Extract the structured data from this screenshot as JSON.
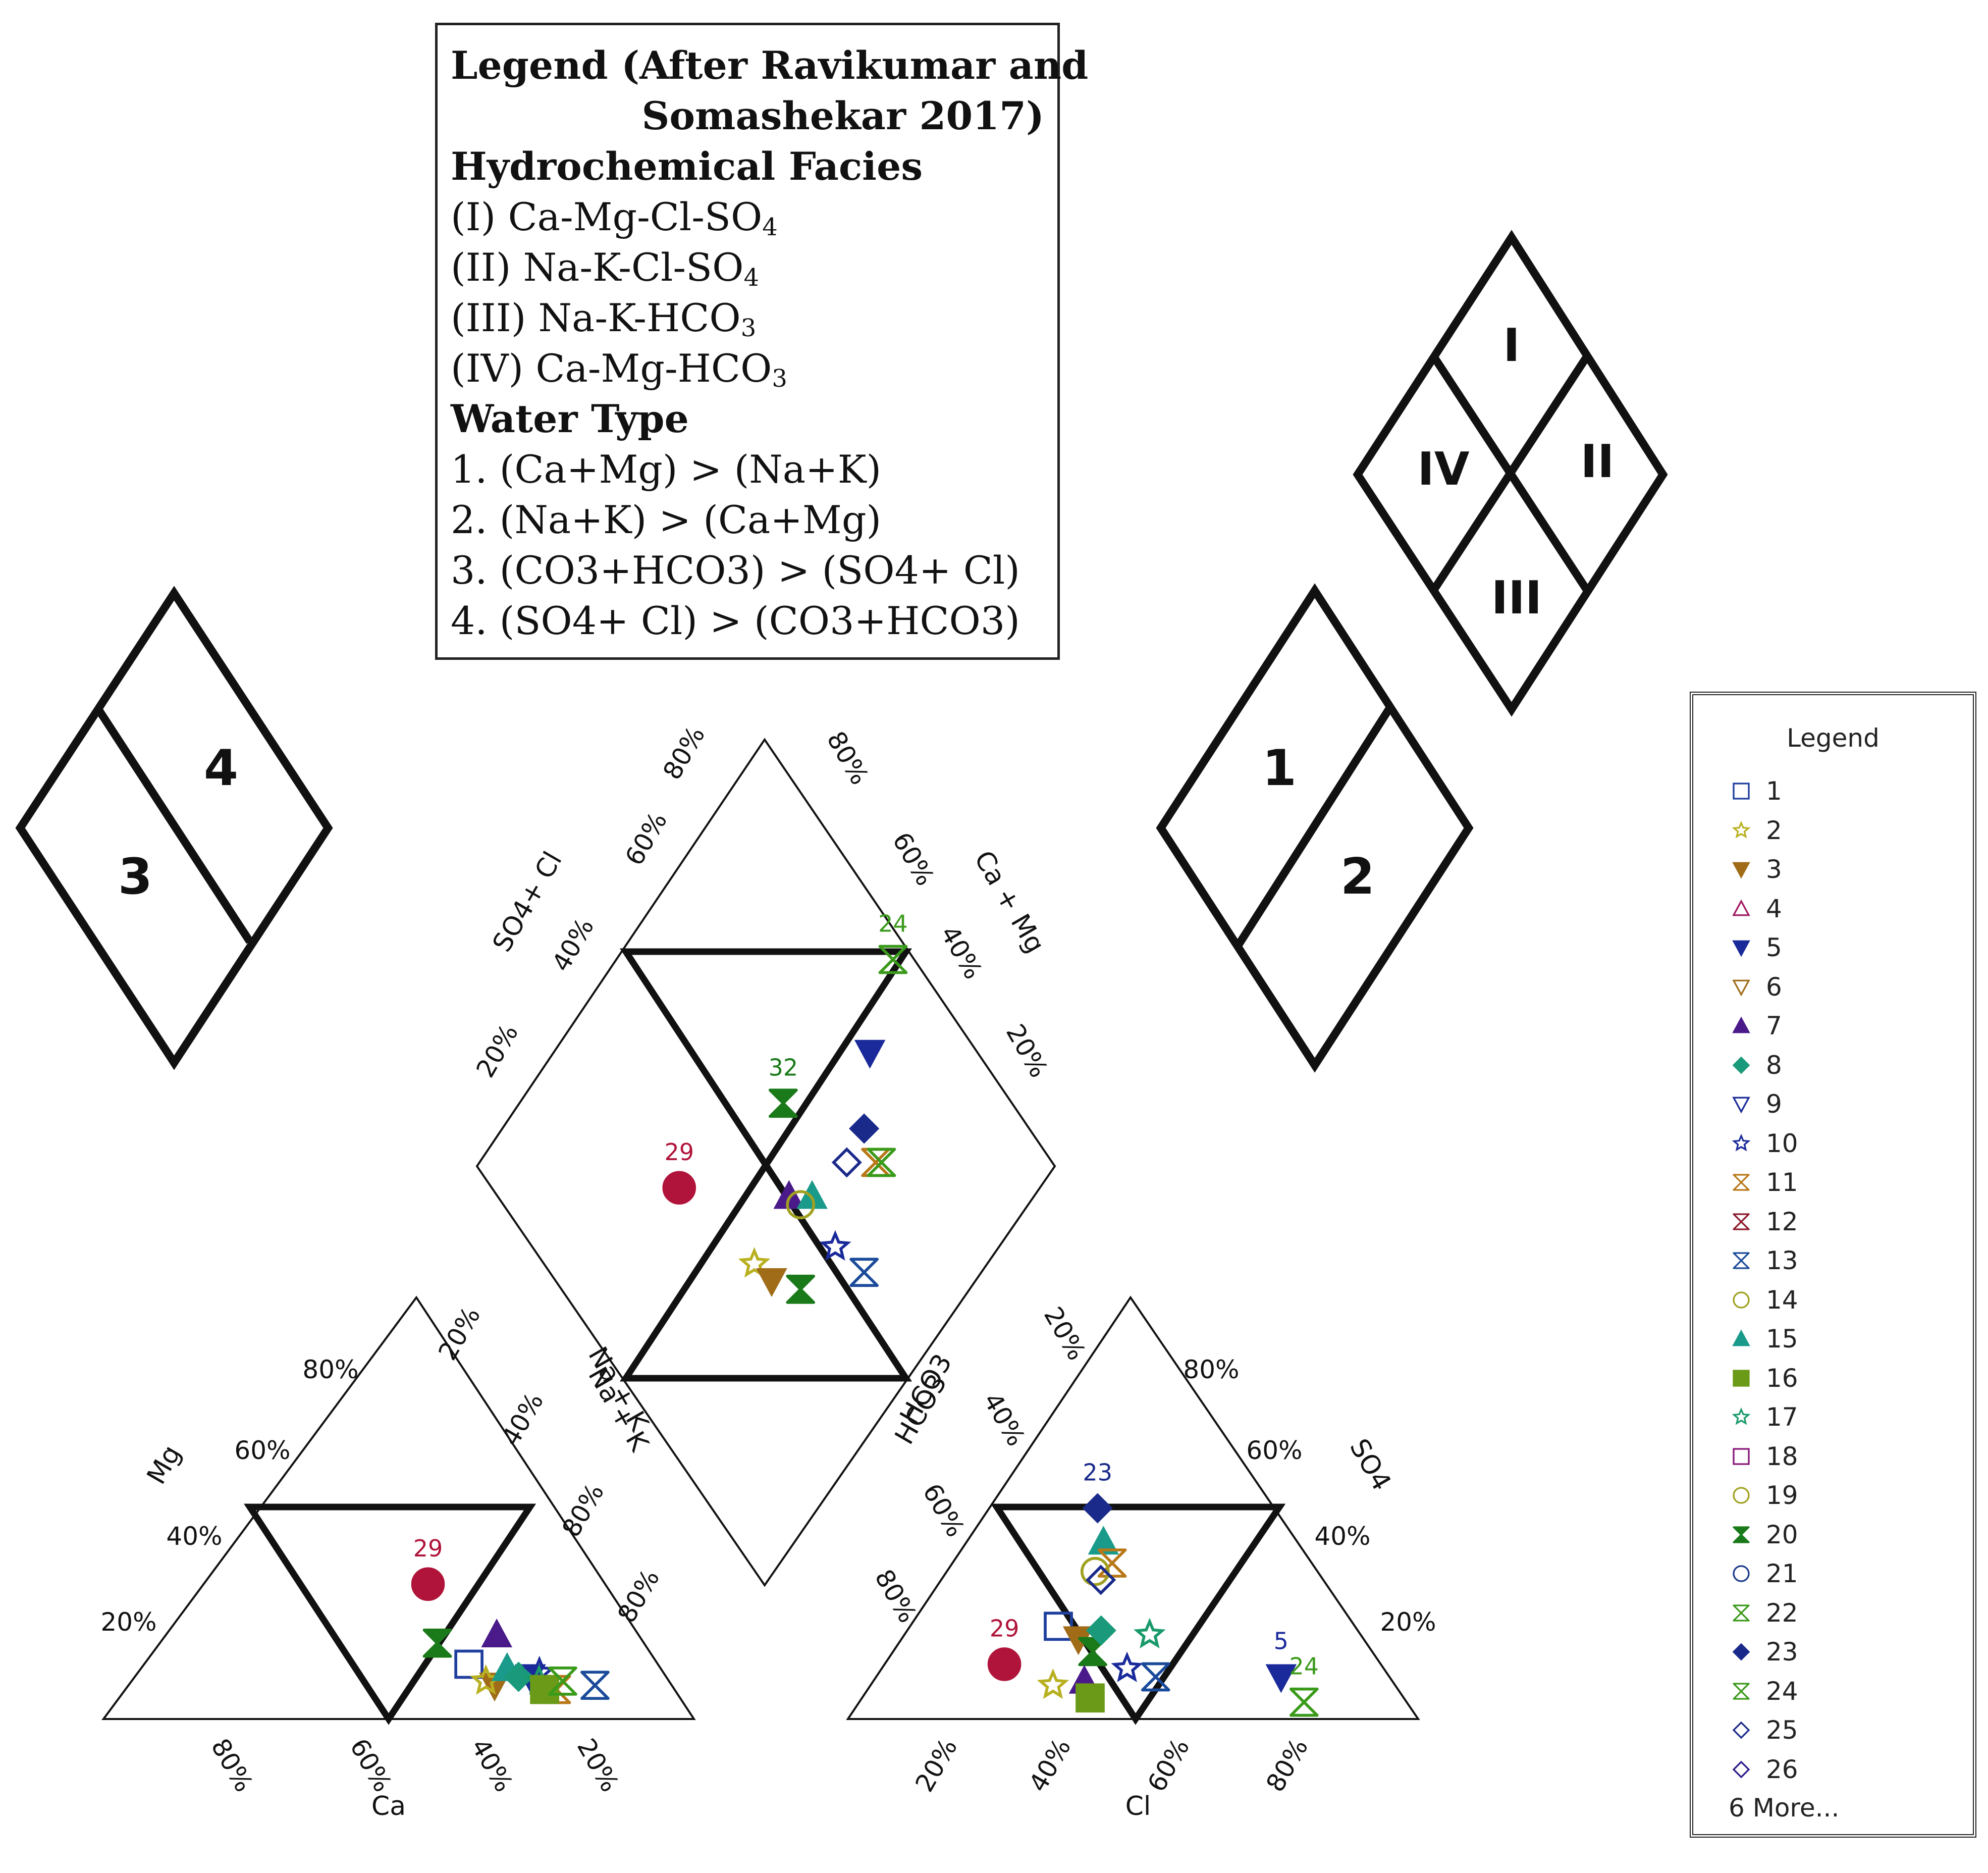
{
  "legend_box": {
    "title_line1": "Legend (After Ravikumar and",
    "title_line2": "Somashekar 2017)",
    "facies_heading": "Hydrochemical Facies",
    "facies": [
      {
        "prefix": "(I) Ca-Mg-Cl-SO",
        "sub": "4"
      },
      {
        "prefix": "(II) Na-K-Cl-SO",
        "sub": "4"
      },
      {
        "prefix": "(III) Na-K-HCO",
        "sub": "3"
      },
      {
        "prefix": "(IV) Ca-Mg-HCO",
        "sub": "3"
      }
    ],
    "water_type_heading": "Water Type",
    "water_types": [
      "1. (Ca+Mg) > (Na+K)",
      "2. (Na+K) > (Ca+Mg)",
      "3. (CO3+HCO3) > (SO4+ Cl)",
      "4. (SO4+ Cl) > (CO3+HCO3)"
    ]
  },
  "key_diagrams": {
    "facies_labels": [
      "I",
      "II",
      "III",
      "IV"
    ],
    "cation_labels": [
      "1",
      "2"
    ],
    "anion_labels": [
      "3",
      "4"
    ]
  },
  "series_legend": {
    "title": "Legend",
    "more": "6 More...",
    "items": [
      {
        "label": "1",
        "marker": "square-open",
        "color": "#1f3f9e"
      },
      {
        "label": "2",
        "marker": "star-open",
        "color": "#b8b020"
      },
      {
        "label": "3",
        "marker": "triangle-down-filled",
        "color": "#a06c18"
      },
      {
        "label": "4",
        "marker": "triangle-up-open",
        "color": "#a01860"
      },
      {
        "label": "5",
        "marker": "triangle-down-filled",
        "color": "#1a2a9a"
      },
      {
        "label": "6",
        "marker": "triangle-down-open",
        "color": "#a06c18"
      },
      {
        "label": "7",
        "marker": "triangle-up-filled",
        "color": "#4a1a8a"
      },
      {
        "label": "8",
        "marker": "diamond-filled",
        "color": "#1a9a7a"
      },
      {
        "label": "9",
        "marker": "triangle-down-open",
        "color": "#1a2a9a"
      },
      {
        "label": "10",
        "marker": "star-open",
        "color": "#1a2a9a"
      },
      {
        "label": "11",
        "marker": "hourglass-open",
        "color": "#b87818"
      },
      {
        "label": "12",
        "marker": "hourglass-open",
        "color": "#8a1a2a"
      },
      {
        "label": "13",
        "marker": "hourglass-open",
        "color": "#1a4a9a"
      },
      {
        "label": "14",
        "marker": "circle-open",
        "color": "#a0a020"
      },
      {
        "label": "15",
        "marker": "triangle-up-filled",
        "color": "#1a9a8a"
      },
      {
        "label": "16",
        "marker": "square-filled",
        "color": "#6a9a18"
      },
      {
        "label": "17",
        "marker": "star-open",
        "color": "#1a9a6a"
      },
      {
        "label": "18",
        "marker": "square-open",
        "color": "#8a1a7a"
      },
      {
        "label": "19",
        "marker": "circle-open",
        "color": "#a0a020"
      },
      {
        "label": "20",
        "marker": "hourglass-filled",
        "color": "#1a7a1a"
      },
      {
        "label": "21",
        "marker": "circle-open",
        "color": "#1a3a8a"
      },
      {
        "label": "22",
        "marker": "hourglass-open",
        "color": "#3a9a1a"
      },
      {
        "label": "23",
        "marker": "diamond-filled",
        "color": "#1a2a8a"
      },
      {
        "label": "24",
        "marker": "hourglass-open",
        "color": "#3a9a1a"
      },
      {
        "label": "25",
        "marker": "diamond-open",
        "color": "#1a2a8a"
      },
      {
        "label": "26",
        "marker": "diamond-open",
        "color": "#2a1a8a"
      }
    ]
  },
  "chart_data": {
    "type": "scatter",
    "subtype": "piper-trilinear",
    "cation_triangle": {
      "axes": {
        "left": "Mg",
        "bottom": "Ca",
        "right": "Na + K"
      },
      "tick_labels_left": [
        "20%",
        "40%",
        "60%",
        "80%"
      ],
      "tick_labels_bottom": [
        "80%",
        "60%",
        "40%",
        "20%"
      ],
      "tick_labels_right": [
        "20%",
        "40%",
        "80%",
        "80%"
      ],
      "points": [
        {
          "series": "29",
          "ca": 30,
          "mg": 32,
          "label": "29"
        },
        {
          "series": "20",
          "ca": 35,
          "mg": 18
        },
        {
          "series": "1",
          "ca": 32,
          "mg": 13
        },
        {
          "series": "7",
          "ca": 24,
          "mg": 20
        },
        {
          "series": "3",
          "ca": 30,
          "mg": 8
        },
        {
          "series": "2",
          "ca": 31,
          "mg": 9
        },
        {
          "series": "5",
          "ca": 23,
          "mg": 10
        },
        {
          "series": "15",
          "ca": 26,
          "mg": 12
        },
        {
          "series": "8",
          "ca": 25,
          "mg": 10
        },
        {
          "series": "10",
          "ca": 21,
          "mg": 11
        },
        {
          "series": "13",
          "ca": 13,
          "mg": 8
        },
        {
          "series": "17",
          "ca": 22,
          "mg": 9
        },
        {
          "series": "11",
          "ca": 20,
          "mg": 7
        },
        {
          "series": "16",
          "ca": 22,
          "mg": 7
        },
        {
          "series": "24",
          "ca": 18,
          "mg": 9
        }
      ]
    },
    "anion_triangle": {
      "axes": {
        "left": "HCO3",
        "bottom": "Cl",
        "right": "SO4"
      },
      "tick_labels_left": [
        "20%",
        "40%",
        "60%",
        "80%"
      ],
      "tick_labels_bottom": [
        "20%",
        "40%",
        "60%",
        "80%"
      ],
      "tick_labels_right": [
        "20%",
        "40%",
        "60%",
        "80%"
      ],
      "points": [
        {
          "series": "29",
          "cl": 21,
          "so4": 13,
          "label": "29"
        },
        {
          "series": "23",
          "cl": 19,
          "so4": 50,
          "label": "23"
        },
        {
          "series": "15",
          "cl": 24,
          "so4": 42
        },
        {
          "series": "11",
          "cl": 28,
          "so4": 37
        },
        {
          "series": "14",
          "cl": 26,
          "so4": 35
        },
        {
          "series": "25",
          "cl": 28,
          "so4": 33
        },
        {
          "series": "1",
          "cl": 26,
          "so4": 22
        },
        {
          "series": "17",
          "cl": 43,
          "so4": 20
        },
        {
          "series": "3",
          "cl": 31,
          "so4": 19
        },
        {
          "series": "20",
          "cl": 35,
          "so4": 16
        },
        {
          "series": "8",
          "cl": 34,
          "so4": 21
        },
        {
          "series": "10",
          "cl": 43,
          "so4": 12
        },
        {
          "series": "13",
          "cl": 49,
          "so4": 10
        },
        {
          "series": "2",
          "cl": 32,
          "so4": 8
        },
        {
          "series": "7",
          "cl": 37,
          "so4": 9
        },
        {
          "series": "16",
          "cl": 40,
          "so4": 5
        },
        {
          "series": "5",
          "cl": 71,
          "so4": 10,
          "label": "5"
        },
        {
          "series": "24",
          "cl": 78,
          "so4": 4,
          "label": "24"
        }
      ]
    },
    "diamond": {
      "axes": {
        "upper_left": "SO4+ Cl",
        "upper_right": "Ca + Mg",
        "lower_left": "Na + K",
        "lower_right": "HCO3"
      },
      "tick_labels_upper_left": [
        "20%",
        "40%",
        "60%",
        "80%"
      ],
      "tick_labels_upper_right": [
        "20%",
        "40%",
        "60%",
        "80%"
      ],
      "points": [
        {
          "series": "29",
          "x": 0.35,
          "y": 0.47,
          "label": "29"
        },
        {
          "series": "32",
          "x": 0.53,
          "y": 0.57,
          "label": "32"
        },
        {
          "series": "24",
          "x": 0.72,
          "y": 0.74,
          "label": "24"
        },
        {
          "series": "5",
          "x": 0.68,
          "y": 0.63
        },
        {
          "series": "23",
          "x": 0.67,
          "y": 0.54
        },
        {
          "series": "25",
          "x": 0.64,
          "y": 0.5
        },
        {
          "series": "11",
          "x": 0.69,
          "y": 0.5
        },
        {
          "series": "22",
          "x": 0.7,
          "y": 0.5
        },
        {
          "series": "7",
          "x": 0.54,
          "y": 0.46
        },
        {
          "series": "15",
          "x": 0.58,
          "y": 0.46
        },
        {
          "series": "10",
          "x": 0.62,
          "y": 0.4
        },
        {
          "series": "13",
          "x": 0.67,
          "y": 0.37
        },
        {
          "series": "2",
          "x": 0.48,
          "y": 0.38
        },
        {
          "series": "3",
          "x": 0.51,
          "y": 0.36
        },
        {
          "series": "20",
          "x": 0.56,
          "y": 0.35
        },
        {
          "series": "14",
          "x": 0.56,
          "y": 0.45
        }
      ]
    }
  }
}
